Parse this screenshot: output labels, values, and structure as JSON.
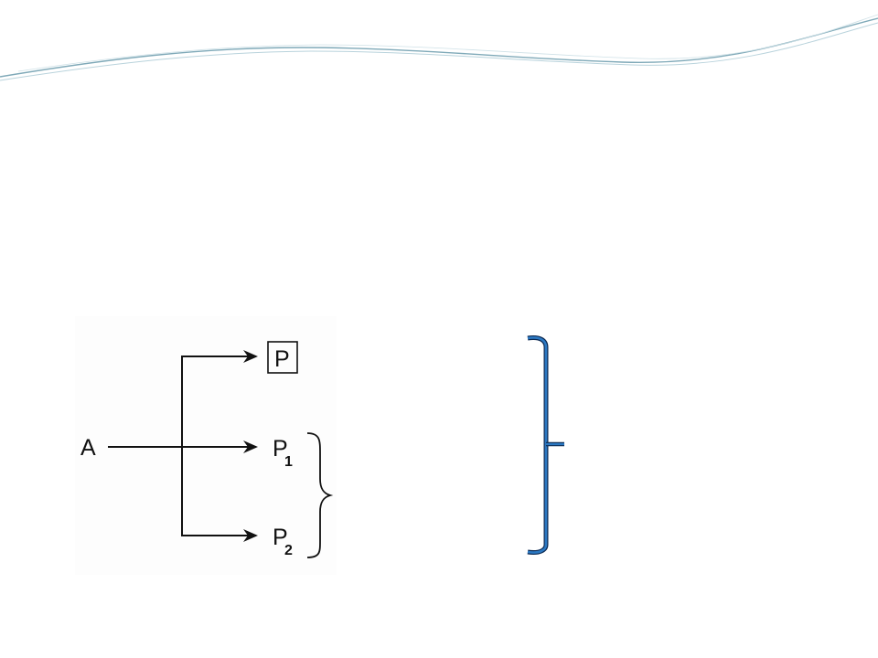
{
  "diagram": {
    "source_label": "A",
    "products": [
      {
        "main": "P",
        "subscript": "",
        "boxed": true
      },
      {
        "main": "P",
        "subscript": "1",
        "boxed": false
      },
      {
        "main": "P",
        "subscript": "2",
        "boxed": false
      }
    ]
  },
  "colors": {
    "wave_primary": "#7fa9b8",
    "wave_secondary": "#b9d3dc",
    "diagram_stroke": "#111111",
    "bracket_main": "#2b78c2",
    "bracket_dark": "#0d2a52"
  }
}
